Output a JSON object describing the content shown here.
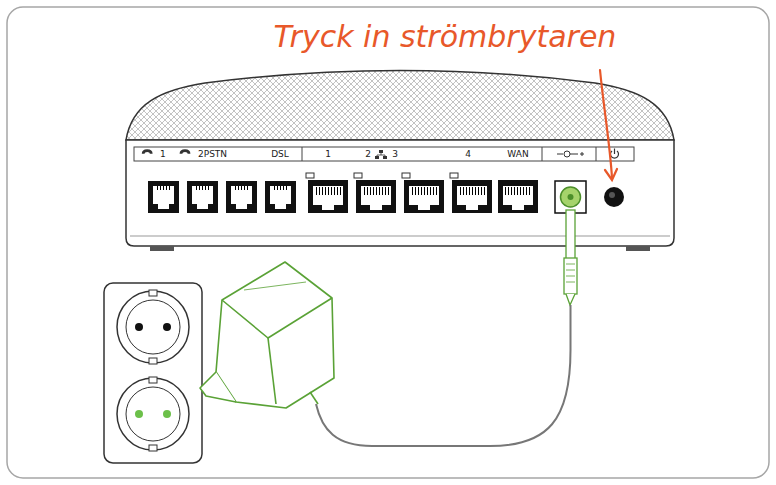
{
  "diagram": {
    "labels": [
      "Tryck in strömbrytaren",
      "1",
      "2PSTN",
      "DSL",
      "1",
      "2",
      "3",
      "4",
      "WAN"
    ]
  }
}
